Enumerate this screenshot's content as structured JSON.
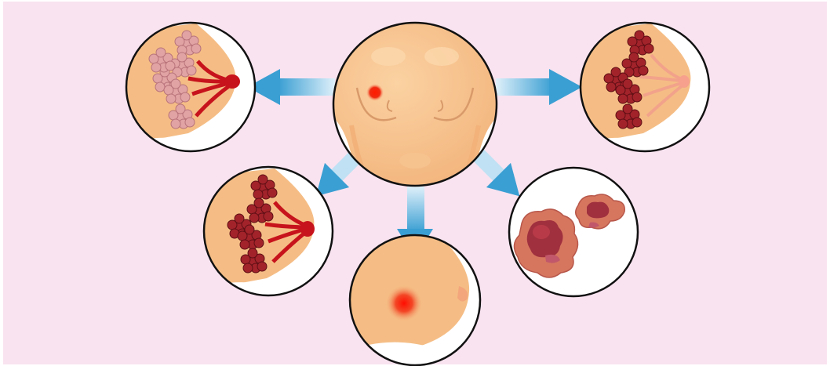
{
  "diagram": {
    "colors": {
      "background": "#f9e3f0",
      "skin": "#f5bd85",
      "skin_light": "#f9cf9e",
      "skin_contour": "#d99a6a",
      "circle_border": "#111111",
      "circle_fill": "#ffffff",
      "arrow": "#3a9fd3",
      "arrow_light": "#dff0fa",
      "lump": "#e52d13",
      "duct_red": "#c7131c",
      "lobule_pink": "#d78f8f",
      "lobule_dark": "#8b1c22",
      "ulcer_outer": "#d6765f",
      "ulcer_inner": "#a0303e"
    },
    "nodes": [
      {
        "name": "center-torso",
        "icon": "torso-with-lump-icon"
      },
      {
        "name": "healthy-ducts",
        "icon": "breast-pink-lobules-icon"
      },
      {
        "name": "dark-lobules-top-right",
        "icon": "breast-dark-lobules-icon"
      },
      {
        "name": "dark-lobules-left",
        "icon": "breast-dark-lobules-red-duct-icon"
      },
      {
        "name": "breast-lump",
        "icon": "breast-lump-icon"
      },
      {
        "name": "skin-ulcer",
        "icon": "skin-ulcer-icon"
      }
    ]
  }
}
